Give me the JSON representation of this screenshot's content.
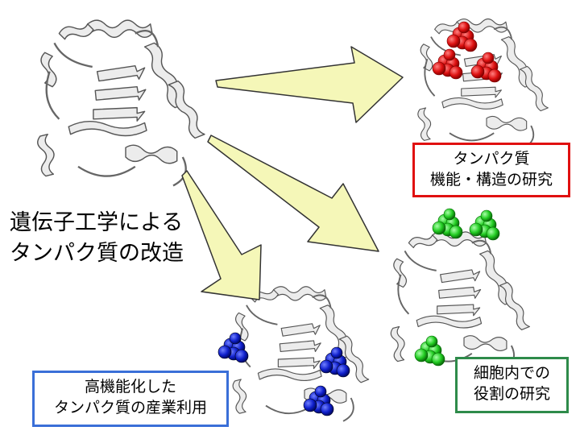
{
  "main_label": {
    "line1": "遺伝子工学による",
    "line2": "タンパク質の改造"
  },
  "boxes": {
    "research": {
      "line1": "タンパク質",
      "line2": "機能・構造の研究",
      "border_color": "#e01010"
    },
    "industrial": {
      "line1": "高機能化した",
      "line2": "タンパク質の産業利用",
      "border_color": "#3a6fd8"
    },
    "cellular": {
      "line1": "細胞内での",
      "line2": "役割の研究",
      "border_color": "#2e8b4a"
    }
  },
  "colors": {
    "arrow_fill": "#f5f7b8",
    "arrow_stroke": "#333333",
    "protein_ribbon": "#e8e8e8",
    "protein_outline": "#555555",
    "red_spheres": "#dd1111",
    "blue_spheres": "#1020cc",
    "green_spheres": "#22cc22"
  }
}
